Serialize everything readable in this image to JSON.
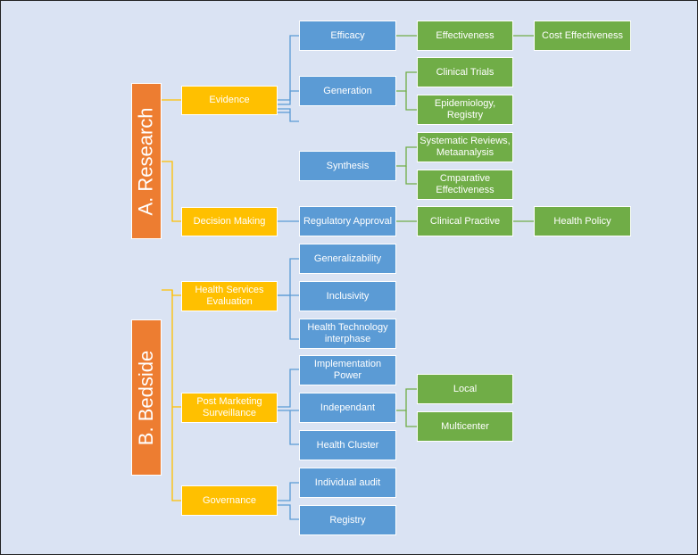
{
  "colors": {
    "background": "#dae3f3",
    "main": "#ed7d31",
    "level1": "#ffc000",
    "level2": "#5b9bd5",
    "level3": "#70ad47",
    "connector_blue": "#5b9bd5",
    "connector_green": "#70ad47",
    "connector_yellow": "#ffc000"
  },
  "research": {
    "title": "A. Research",
    "evidence": "Evidence",
    "decision_making": "Decision Making",
    "efficacy": "Efficacy",
    "generation": "Generation",
    "synthesis": "Synthesis",
    "regulatory_approval": "Regulatory Approval",
    "effectiveness": "Effectiveness",
    "cost_effectiveness": "Cost Effectiveness",
    "clinical_trials": "Clinical Trials",
    "epidemiology_registry": "Epidemiology, Registry",
    "systematic_reviews": "Systematic Reviews, Metaanalysis",
    "comparative_effectiveness": "Cmparative Effectiveness",
    "clinical_practive": "Clinical Practive",
    "health_policy": "Health Policy"
  },
  "bedside": {
    "title": "B. Bedside",
    "health_services_evaluation": "Health Services Evaluation",
    "post_marketing_surveillance": "Post Marketing Surveillance",
    "governance": "Governance",
    "generalizability": "Generalizability",
    "inclusivity": "Inclusivity",
    "health_technology_interphase": "Health Technology interphase",
    "implementation_power": "Implementation Power",
    "independant": "Independant",
    "health_cluster": "Health Cluster",
    "individual_audit": "Individual audit",
    "registry": "Registry",
    "local": "Local",
    "multicenter": "Multicenter"
  }
}
